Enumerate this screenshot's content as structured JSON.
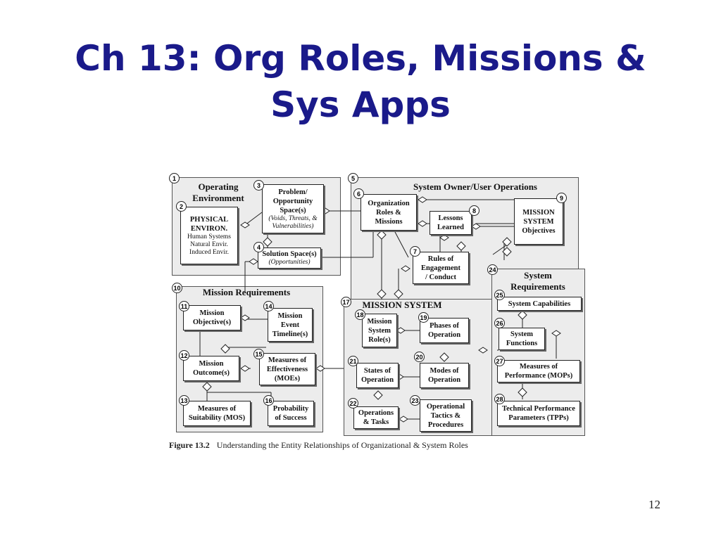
{
  "slide": {
    "title_line1": "Ch 13: Org Roles, Missions &",
    "title_line2": "Sys Apps",
    "page_number": "12"
  },
  "figure": {
    "caption_label": "Figure 13.2",
    "caption_text": "Understanding the Entity Relationships of Organizational & System Roles",
    "headings": {
      "operating_environment": "Operating Environment",
      "system_owner_user_operations": "System Owner/User Operations",
      "mission_requirements": "Mission Requirements",
      "mission_system": "MISSION SYSTEM",
      "system_requirements": "System Requirements"
    },
    "numbers": [
      "1",
      "2",
      "3",
      "4",
      "5",
      "6",
      "7",
      "8",
      "9",
      "10",
      "11",
      "12",
      "13",
      "14",
      "15",
      "16",
      "17",
      "18",
      "19",
      "20",
      "21",
      "22",
      "23",
      "24",
      "25",
      "26",
      "27",
      "28"
    ],
    "boxes": {
      "physical_environ": {
        "line1": "PHYSICAL",
        "line2": "ENVIRON.",
        "l3": "Human Systems",
        "l4": "Natural Envir.",
        "l5": "Induced Envir."
      },
      "problem_space": {
        "line1": "Problem/",
        "line2": "Opportunity",
        "line3": "Space(s)",
        "sub1": "(Voids, Threats, &",
        "sub2": "Vulnerabilities)"
      },
      "solution_space": {
        "line1": "Solution Space(s)",
        "sub1": "(Opportunities)"
      },
      "org_roles": {
        "line1": "Organization",
        "line2": "Roles &",
        "line3": "Missions"
      },
      "lessons_learned": {
        "line1": "Lessons",
        "line2": "Learned"
      },
      "mission_system_objectives": {
        "line1": "MISSION",
        "line2": "SYSTEM",
        "line3": "Objectives"
      },
      "rules_of_engagement": {
        "line1": "Rules of",
        "line2": "Engagement",
        "line3": "/ Conduct"
      },
      "mission_objectives": {
        "line1": "Mission",
        "line2": "Objective(s)"
      },
      "mission_event_timeline": {
        "line1": "Mission",
        "line2": "Event",
        "line3": "Timeline(s)"
      },
      "mission_outcomes": {
        "line1": "Mission",
        "line2": "Outcome(s)"
      },
      "moes": {
        "line1": "Measures of",
        "line2": "Effectiveness",
        "line3": "(MOEs)"
      },
      "mos": {
        "line1": "Measures of",
        "line2": "Suitability (MOS)"
      },
      "probability_of_success": {
        "line1": "Probability",
        "line2": "of Success"
      },
      "mission_system_roles": {
        "line1": "Mission",
        "line2": "System",
        "line3": "Role(s)"
      },
      "phases_of_operation": {
        "line1": "Phases of",
        "line2": "Operation"
      },
      "states_of_operation": {
        "line1": "States of",
        "line2": "Operation"
      },
      "modes_of_operation": {
        "line1": "Modes of",
        "line2": "Operation"
      },
      "operations_tasks": {
        "line1": "Operations",
        "line2": "& Tasks"
      },
      "operational_tactics": {
        "line1": "Operational",
        "line2": "Tactics &",
        "line3": "Procedures"
      },
      "system_capabilities": {
        "line1": "System Capabilities"
      },
      "system_functions": {
        "line1": "System",
        "line2": "Functions"
      },
      "mops": {
        "line1": "Measures of",
        "line2": "Performance (MOPs)"
      },
      "tpps": {
        "line1": "Technical Performance",
        "line2": "Parameters (TPPs)"
      }
    }
  }
}
